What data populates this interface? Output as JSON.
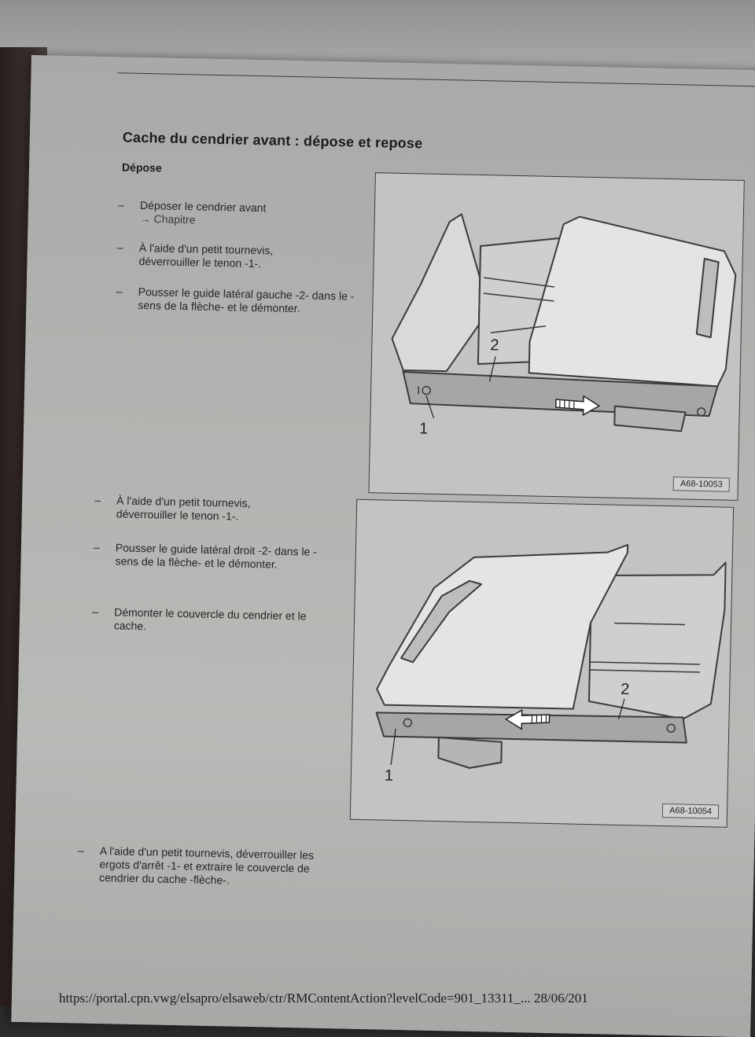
{
  "header": {
    "title": "Cache du cendrier avant : dépose et repose",
    "section": "Dépose"
  },
  "steps": [
    {
      "dash": "–",
      "text": "Déposer le cendrier avant",
      "sub": "→ Chapitre"
    },
    {
      "dash": "–",
      "text": "À l'aide d'un petit tournevis, déverrouiller le tenon -1-."
    },
    {
      "dash": "–",
      "text": "Pousser le guide latéral gauche -2- dans le -sens de la flèche- et le démonter."
    },
    {
      "dash": "–",
      "text": "À l'aide d'un petit tournevis, déverrouiller le tenon -1-."
    },
    {
      "dash": "–",
      "text": "Pousser le guide latéral droit -2- dans le -sens de la flèche- et le démonter."
    },
    {
      "dash": "–",
      "text": "Démonter le couvercle du cendrier et le cache."
    },
    {
      "dash": "–",
      "text": "A l'aide d'un petit tournevis, déverrouiller les ergots d'arrêt -1- et extraire le couvercle de cendrier du cache -flèche-."
    }
  ],
  "figures": [
    {
      "label": "A68-10053",
      "callout_1": "1",
      "callout_2": "2"
    },
    {
      "label": "A68-10054",
      "callout_1": "1",
      "callout_2": "2"
    }
  ],
  "footer": {
    "url": "https://portal.cpn.vwg/elsapro/elsaweb/ctr/RMContentAction?levelCode=901_13311_...   28/06/201"
  }
}
